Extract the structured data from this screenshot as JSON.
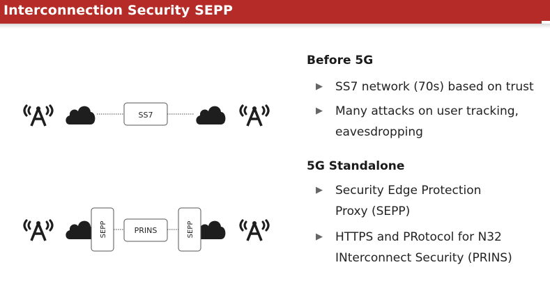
{
  "header": {
    "title": "Interconnection Security SEPP",
    "bar_color": "#b52b27"
  },
  "diagram": {
    "top_row": {
      "left_icons": [
        "antenna-icon",
        "cloud-icon"
      ],
      "link_label": "SS7",
      "right_icons": [
        "cloud-icon",
        "antenna-icon"
      ]
    },
    "bottom_row": {
      "left_icons": [
        "antenna-icon",
        "cloud-icon"
      ],
      "left_proxy_label": "SEPP",
      "link_label": "PRINS",
      "right_proxy_label": "SEPP",
      "right_icons": [
        "cloud-icon",
        "antenna-icon"
      ]
    }
  },
  "sections": [
    {
      "heading": "Before 5G",
      "bullets": [
        "SS7 network (70s) based on trust",
        "Many attacks on user tracking, eavesdropping"
      ]
    },
    {
      "heading": "5G Standalone",
      "bullets": [
        "Security Edge Protection Proxy (SEPP)",
        "HTTPS and PRotocol for N32 INterconnect Security (PRINS)"
      ]
    }
  ]
}
